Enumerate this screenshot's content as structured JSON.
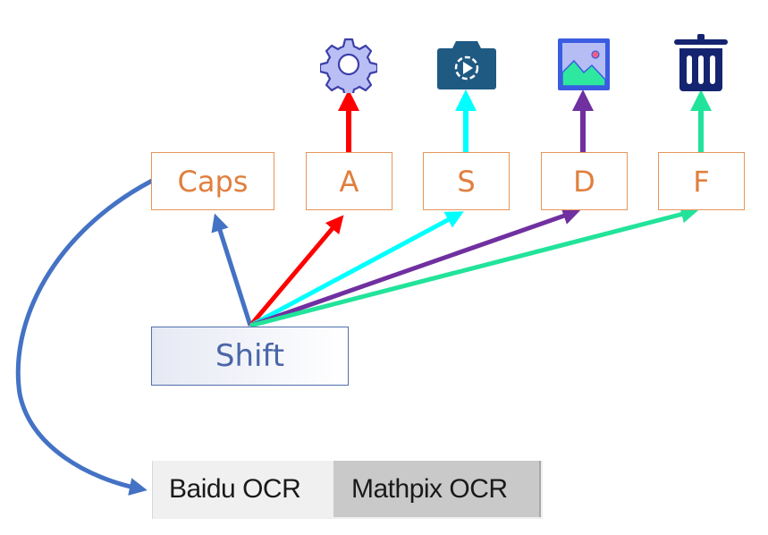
{
  "diagram": {
    "keys": [
      {
        "id": "caps",
        "label": "Caps"
      },
      {
        "id": "a",
        "label": "A"
      },
      {
        "id": "s",
        "label": "S"
      },
      {
        "id": "d",
        "label": "D"
      },
      {
        "id": "f",
        "label": "F"
      }
    ],
    "modifier": {
      "id": "shift",
      "label": "Shift"
    },
    "icons": [
      {
        "key": "a",
        "icon": "gear-icon",
        "arrow_color": "#ff0000"
      },
      {
        "key": "s",
        "icon": "camera-play-icon",
        "arrow_color": "#00ffff"
      },
      {
        "key": "d",
        "icon": "image-icon",
        "arrow_color": "#7030a0"
      },
      {
        "key": "f",
        "icon": "trash-icon",
        "arrow_color": "#22e39a"
      }
    ],
    "shift_arrows": [
      {
        "to": "caps",
        "color": "#4472c4"
      },
      {
        "to": "a",
        "color": "#ff0000"
      },
      {
        "to": "s",
        "color": "#00ffff"
      },
      {
        "to": "d",
        "color": "#7030a0"
      },
      {
        "to": "f",
        "color": "#22e39a"
      }
    ],
    "caps_arrow": {
      "to": "ocr-tabs",
      "color": "#4472c4"
    },
    "ocr_tabs": [
      {
        "label": "Baidu OCR",
        "active": true
      },
      {
        "label": "Mathpix OCR",
        "active": false
      }
    ]
  }
}
